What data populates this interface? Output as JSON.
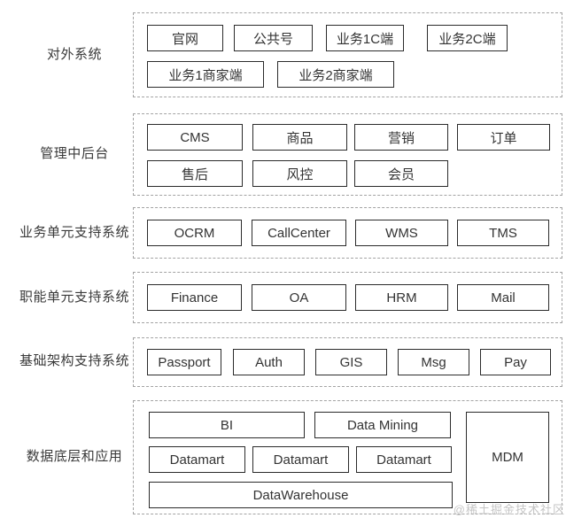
{
  "watermark": "@稀土掘金技术社区",
  "colors": {
    "box_border": "#2b2b2b",
    "group_border": "#a3a3a3",
    "text": "#333333",
    "watermark_text": "#c5c5c5"
  },
  "rows": [
    {
      "label": "对外系统",
      "boxes": [
        "官网",
        "公共号",
        "业务1C端",
        "业务2C端",
        "业务1商家端",
        "业务2商家端"
      ]
    },
    {
      "label": "管理中后台",
      "boxes": [
        "CMS",
        "商品",
        "营销",
        "订单",
        "售后",
        "风控",
        "会员"
      ]
    },
    {
      "label": "业务单元支持系统",
      "boxes": [
        "OCRM",
        "CallCenter",
        "WMS",
        "TMS"
      ]
    },
    {
      "label": "职能单元支持系统",
      "boxes": [
        "Finance",
        "OA",
        "HRM",
        "Mail"
      ]
    },
    {
      "label": "基础架构支持系统",
      "boxes": [
        "Passport",
        "Auth",
        "GIS",
        "Msg",
        "Pay"
      ]
    },
    {
      "label": "数据底层和应用",
      "boxes": [
        "BI",
        "Data Mining",
        "Datamart",
        "Datamart",
        "Datamart",
        "DataWarehouse",
        "MDM"
      ]
    }
  ]
}
